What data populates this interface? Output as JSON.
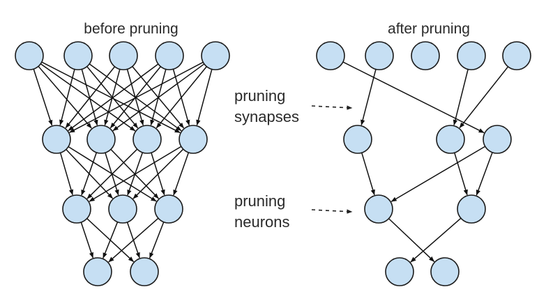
{
  "captions": {
    "before": "before pruning",
    "after": "after pruning"
  },
  "annotations": {
    "synapses": [
      "pruning",
      "synapses"
    ],
    "neurons": [
      "pruning",
      "neurons"
    ]
  },
  "colors": {
    "node_fill": "#c6dff3",
    "node_stroke": "#1a1a1a",
    "edge": "#111111"
  },
  "networks": {
    "before": {
      "layers": [
        5,
        4,
        3,
        2
      ],
      "connectivity": "fully-connected"
    },
    "after": {
      "layers": [
        5,
        3,
        2,
        2
      ],
      "edges": [
        {
          "from": [
            0,
            1
          ],
          "to": [
            1,
            0
          ]
        },
        {
          "from": [
            0,
            0
          ],
          "to": [
            1,
            2
          ]
        },
        {
          "from": [
            0,
            3
          ],
          "to": [
            1,
            1
          ]
        },
        {
          "from": [
            0,
            4
          ],
          "to": [
            1,
            1
          ]
        },
        {
          "from": [
            1,
            0
          ],
          "to": [
            2,
            0
          ]
        },
        {
          "from": [
            1,
            1
          ],
          "to": [
            2,
            1
          ]
        },
        {
          "from": [
            1,
            2
          ],
          "to": [
            2,
            0
          ]
        },
        {
          "from": [
            1,
            2
          ],
          "to": [
            2,
            1
          ]
        },
        {
          "from": [
            2,
            0
          ],
          "to": [
            3,
            1
          ]
        },
        {
          "from": [
            2,
            1
          ],
          "to": [
            3,
            0
          ]
        }
      ]
    }
  }
}
